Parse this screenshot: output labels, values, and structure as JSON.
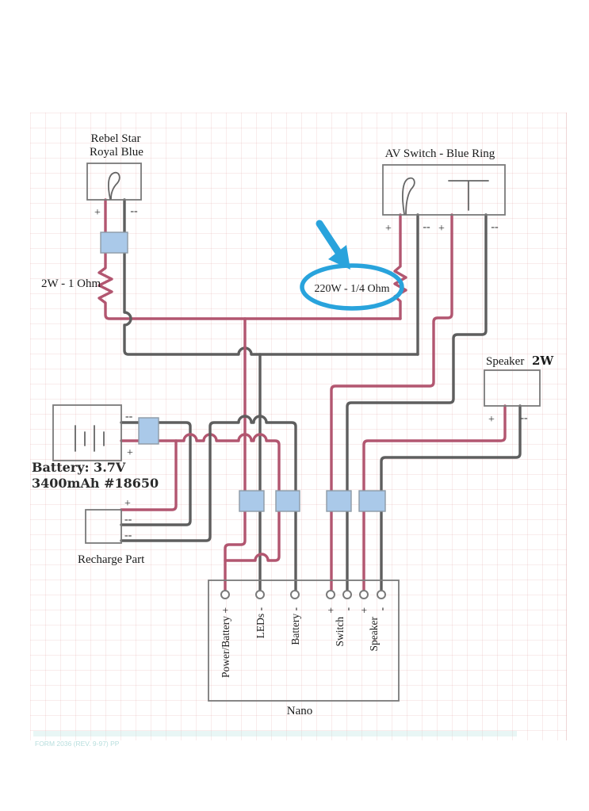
{
  "colors": {
    "wire_red": "#b25670",
    "wire_dark": "#5e5e5e",
    "connector_blue": "#aac9e9",
    "highlight_blue": "#29a3dc"
  },
  "components": {
    "rebel_led": {
      "title_line1": "Rebel Star",
      "title_line2": "Royal Blue",
      "plus": "+",
      "minus": "--"
    },
    "av_switch": {
      "title": "AV Switch - Blue Ring",
      "led_plus": "+",
      "led_minus": "--",
      "sw_plus": "+",
      "sw_minus": "--"
    },
    "resistor_left": {
      "label": "2W - 1 Ohm"
    },
    "resistor_highlighted": {
      "label": "220W - 1/4 Ohm"
    },
    "speaker": {
      "title": "Speaker",
      "power": "2W",
      "plus": "+",
      "minus": "--"
    },
    "battery": {
      "line1": "Battery: 3.7V",
      "line2": "3400mAh #18650",
      "minus": "--",
      "plus": "+"
    },
    "recharge": {
      "label": "Recharge Part",
      "plus": "+",
      "minus1": "--",
      "minus2": "--"
    },
    "nano": {
      "label": "Nano",
      "pins": [
        {
          "label": "Power/Battery +"
        },
        {
          "label": "LEDs -"
        },
        {
          "label": "Battery -"
        },
        {
          "label": "+"
        },
        {
          "label": "-"
        },
        {
          "label": "+"
        },
        {
          "label": "-"
        }
      ],
      "groups": [
        {
          "label": "Switch"
        },
        {
          "label": "Speaker"
        }
      ]
    }
  },
  "meta": {
    "footer": "FORM 2036 (REV. 9-97) PP"
  }
}
